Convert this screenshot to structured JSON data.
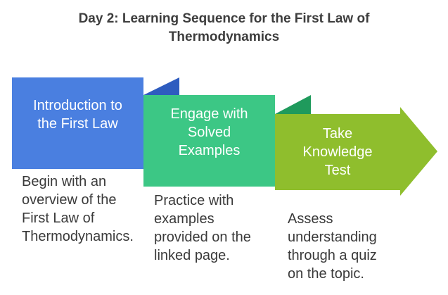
{
  "title": "Day 2: Learning Sequence for the First Law of\nThermodynamics",
  "steps": [
    {
      "label": "Introduction to\nthe First Law",
      "description": "Begin with an\noverview of the\nFirst Law of\nThermodynamics.",
      "color": "#4a7fe0",
      "fold_color": "#2e5cbf"
    },
    {
      "label": "Engage with\nSolved\nExamples",
      "description": "Practice with\nexamples\nprovided on the\nlinked page.",
      "color": "#3cc785",
      "fold_color": "#1f9a5c"
    },
    {
      "label": "Take\nKnowledge\nTest",
      "description": "Assess\nunderstanding\nthrough a quiz\non the topic.",
      "color": "#8fbe2d",
      "fold_color": "#6a9420"
    }
  ]
}
